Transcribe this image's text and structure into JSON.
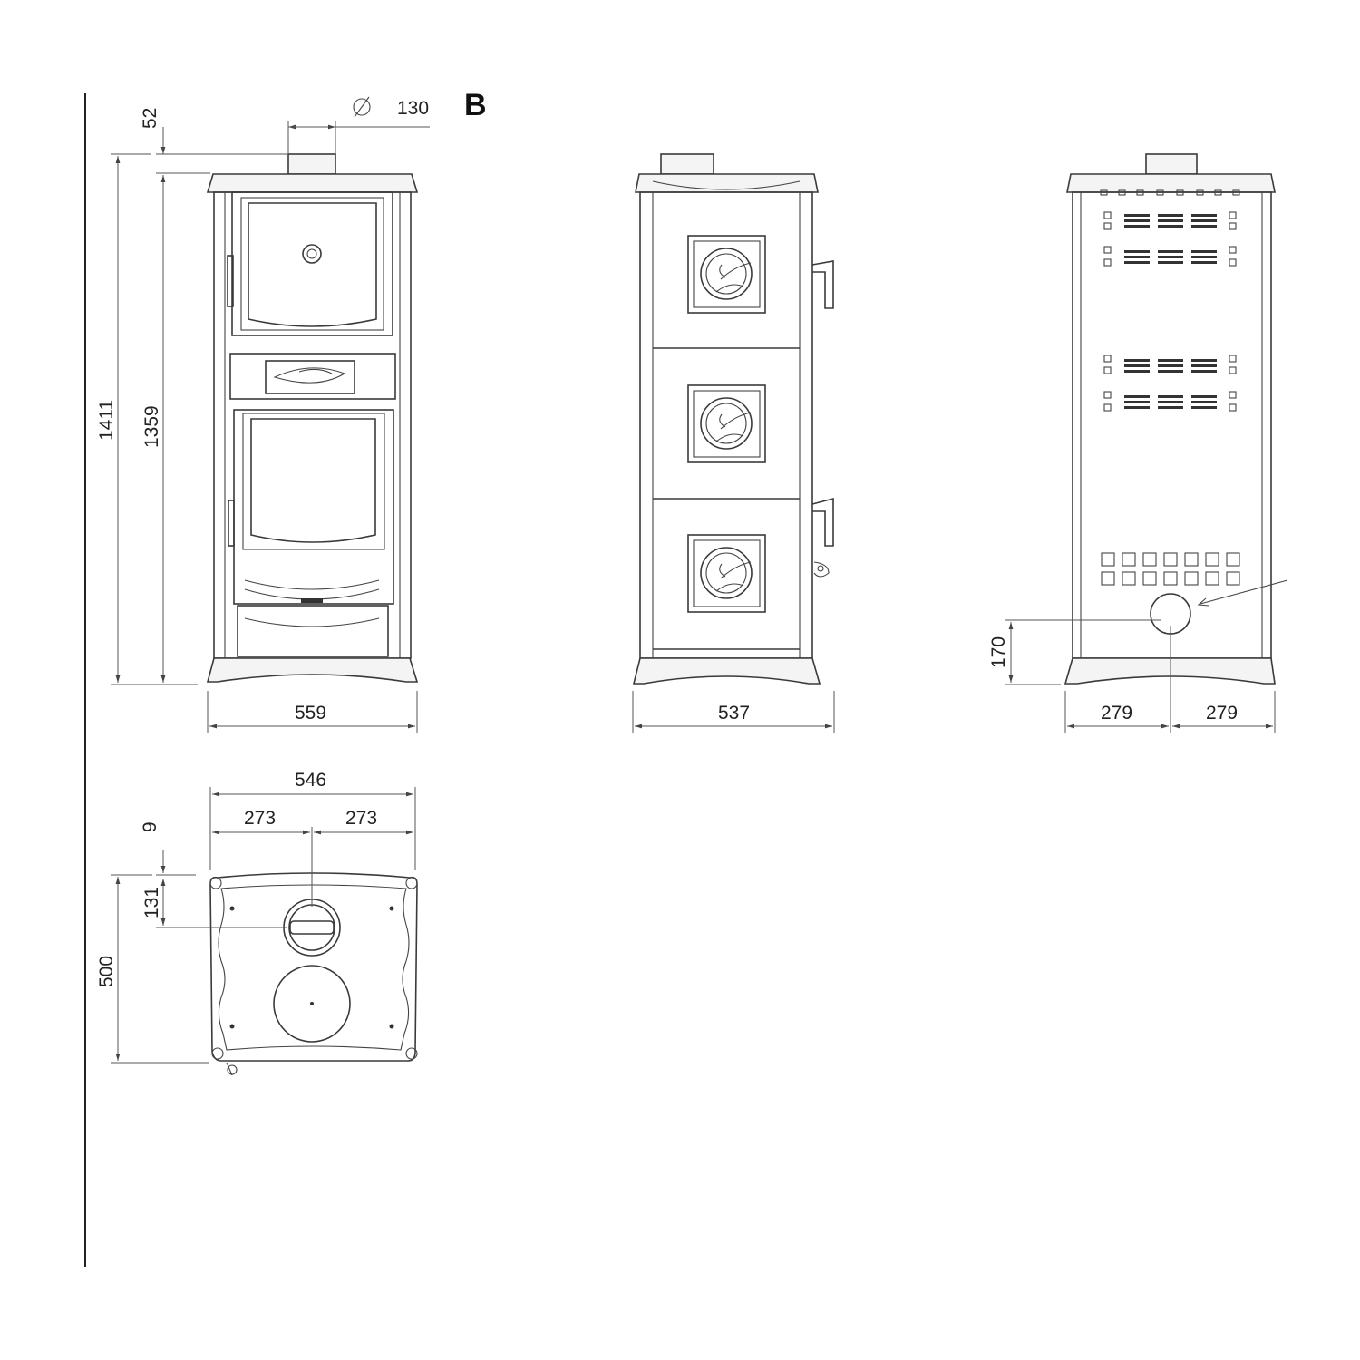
{
  "marker": "B",
  "flue_diameter_symbol": "∅",
  "front_view": {
    "flue_diameter": "130",
    "flue_height": "52",
    "total_height": "1411",
    "body_height": "1359",
    "width": "559"
  },
  "side_view": {
    "depth": "537"
  },
  "rear_view": {
    "inlet_height": "170",
    "half_width_left": "279",
    "half_width_right": "279"
  },
  "top_view": {
    "width": "546",
    "half_left": "273",
    "half_right": "273",
    "offset_top": "9",
    "flue_offset": "131",
    "depth": "500"
  }
}
